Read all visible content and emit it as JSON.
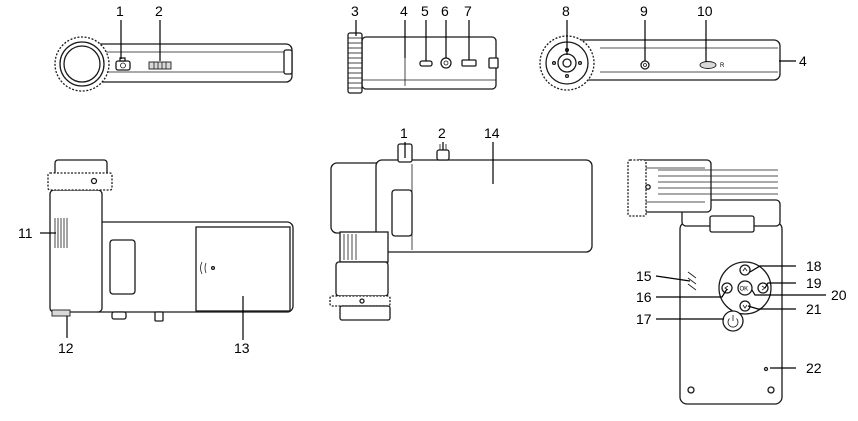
{
  "callouts": {
    "n1": "1",
    "n2": "2",
    "n3": "3",
    "n4": "4",
    "n5": "5",
    "n6": "6",
    "n7": "7",
    "n8": "8",
    "n9": "9",
    "n10": "10",
    "n11": "11",
    "n12": "12",
    "n13": "13",
    "n14": "14",
    "n15": "15",
    "n16": "16",
    "n17": "17",
    "n18": "18",
    "n19": "19",
    "n20": "20",
    "n21": "21",
    "n22": "22"
  },
  "keypad": {
    "ok": "OK",
    "r_mark": "R"
  },
  "icons": {
    "camera": "camera-icon",
    "power": "power-icon",
    "up": "arrow-up-icon",
    "down": "arrow-down-icon",
    "left": "arrow-left-icon",
    "right": "arrow-right-icon"
  }
}
